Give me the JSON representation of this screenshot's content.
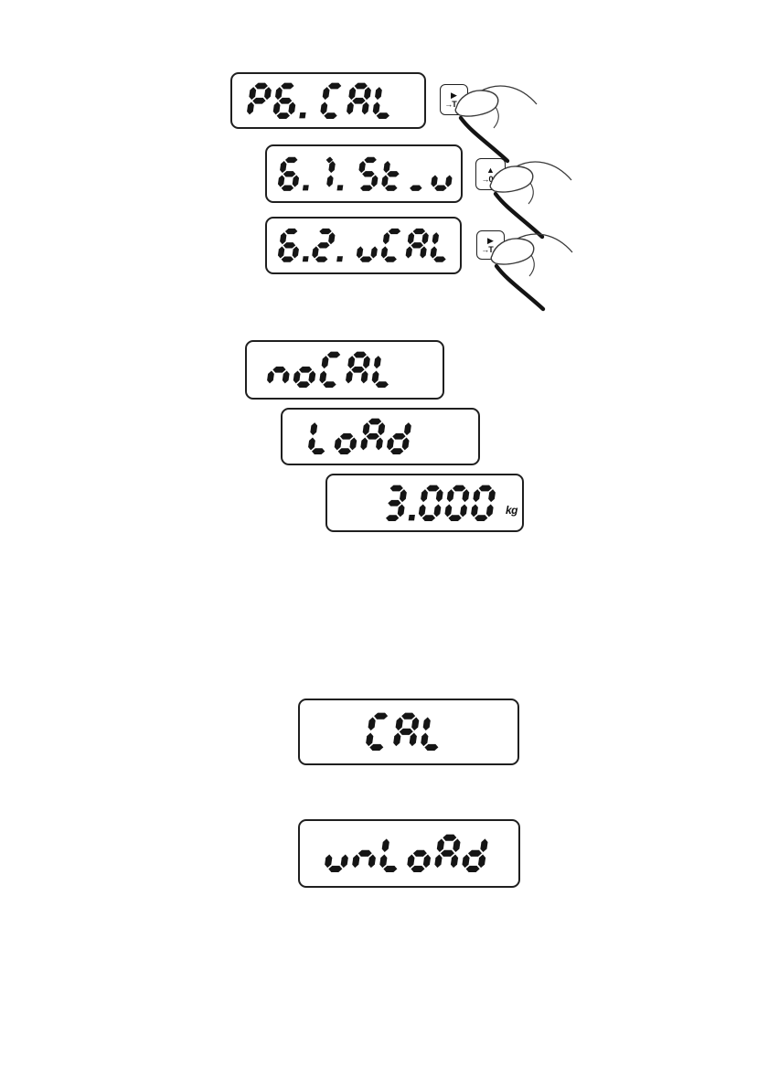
{
  "page": {
    "background": "#ffffff",
    "colors": {
      "segment": "#151515",
      "display_border": "#1f1f1f"
    }
  },
  "steps": [
    {
      "display": "P6. CAL",
      "button": {
        "arrow": "▶",
        "key": "→T←"
      }
    },
    {
      "display": "6.1. St_u",
      "button": {
        "arrow": "▲",
        "key": "→0←"
      }
    },
    {
      "display": "6.2. uCAL",
      "button": {
        "arrow": "▶",
        "key": "→T←"
      }
    },
    {
      "display": "noCAL"
    },
    {
      "display": "LoAd"
    },
    {
      "display": "3.000",
      "unit": "kg"
    },
    {
      "display": "CAL"
    },
    {
      "display": "unLoAd"
    }
  ]
}
